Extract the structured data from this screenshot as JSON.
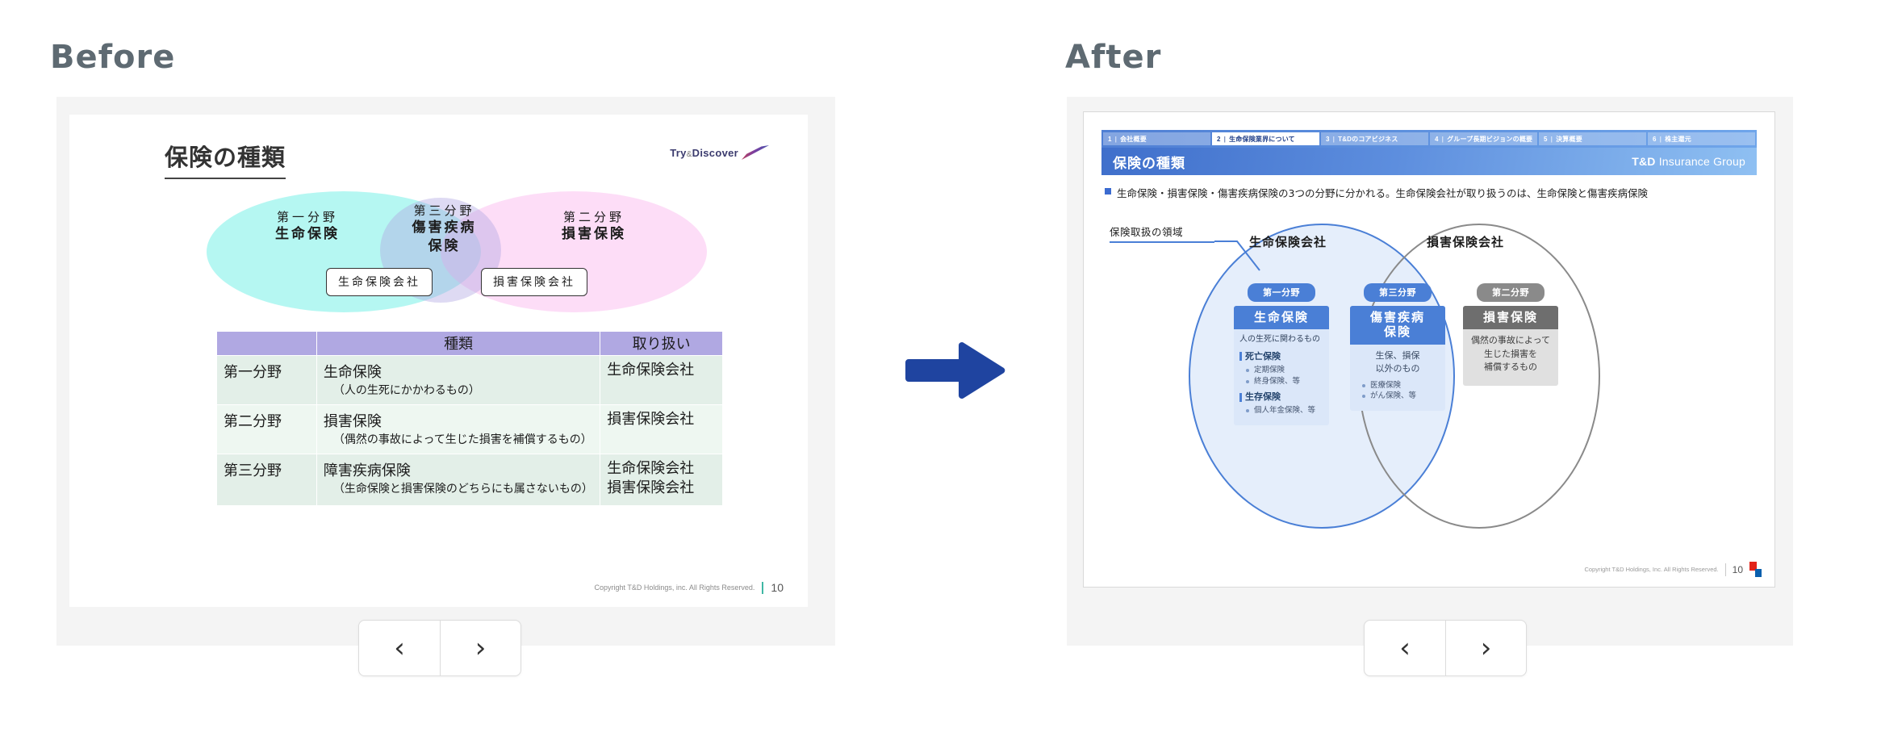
{
  "headings": {
    "before": "Before",
    "after": "After"
  },
  "before_slide": {
    "title": "保険の種類",
    "brand": {
      "text": "Try",
      "amp": "&",
      "text2": "Discover"
    },
    "venn": {
      "left": {
        "small": "第一分野",
        "big": "生命保険"
      },
      "middle": {
        "small": "第三分野",
        "big": "傷害疾病",
        "big2": "保険"
      },
      "right": {
        "small": "第二分野",
        "big": "損害保険"
      },
      "pill_left": "生命保険会社",
      "pill_right": "損害保険会社"
    },
    "table": {
      "headers": [
        "",
        "種類",
        "取り扱い"
      ],
      "rows": [
        {
          "division": "第一分野",
          "kind_main": "生命保険",
          "kind_sub": "（人の生死にかかわるもの）",
          "handler": "生命保険会社"
        },
        {
          "division": "第二分野",
          "kind_main": "損害保険",
          "kind_sub": "（偶然の事故によって生じた損害を補償するもの）",
          "handler": "損害保険会社"
        },
        {
          "division": "第三分野",
          "kind_main": "障害疾病保険",
          "kind_sub": "（生命保険と損害保険のどちらにも属さないもの）",
          "handler": "生命保険会社\n損害保険会社"
        }
      ]
    },
    "footer": {
      "copyright": "Copyright T&D Holdings, inc. All Rights Reserved.",
      "page": "10"
    }
  },
  "after_slide": {
    "nav_tabs": [
      {
        "num": "1",
        "label": "会社概要",
        "active": false
      },
      {
        "num": "2",
        "label": "生命保険業界について",
        "active": true
      },
      {
        "num": "3",
        "label": "T&Dのコアビジネス",
        "active": false
      },
      {
        "num": "4",
        "label": "グループ長期ビジョンの概要",
        "active": false
      },
      {
        "num": "5",
        "label": "決算概要",
        "active": false
      },
      {
        "num": "6",
        "label": "株主還元",
        "active": false
      }
    ],
    "title": "保険の種類",
    "brand": {
      "bold": "T&D",
      "light": "Insurance Group"
    },
    "bullet": "生命保険・損害保険・傷害疾病保険の3つの分野に分かれる。生命保険会社が取り扱うのは、生命保険と傷害疾病保険",
    "annotation": "保険取扱の領域",
    "circles": {
      "left": "生命保険会社",
      "right": "損害保険会社"
    },
    "columns": [
      {
        "badge": "第一分野",
        "badge_color": "blue",
        "title": "生命保険",
        "lead": "人の生死に関わるもの",
        "groups": [
          {
            "name": "死亡保険",
            "items": [
              "定期保険",
              "終身保険、等"
            ]
          },
          {
            "name": "生存保険",
            "items": [
              "個人年金保険、等"
            ]
          }
        ]
      },
      {
        "badge": "第三分野",
        "badge_color": "blue",
        "title": "傷害疾病",
        "title2": "保険",
        "lead": "生保、損保\n以外のもの",
        "items": [
          "医療保険",
          "がん保険、等"
        ]
      },
      {
        "badge": "第二分野",
        "badge_color": "gray",
        "title": "損害保険",
        "lead": "偶然の事故によって\n生じた損害を\n補償するもの"
      }
    ],
    "footer": {
      "copyright": "Copyright T&D Holdings, Inc. All Rights Reserved.",
      "page": "10"
    }
  },
  "pager": {
    "prev": "‹",
    "next": "›"
  },
  "colors": {
    "accent_blue": "#4a7fd6",
    "gray": "#8a8a8a",
    "arrow_blue": "#1f44a0",
    "heading_gray": "#5e6a72"
  }
}
